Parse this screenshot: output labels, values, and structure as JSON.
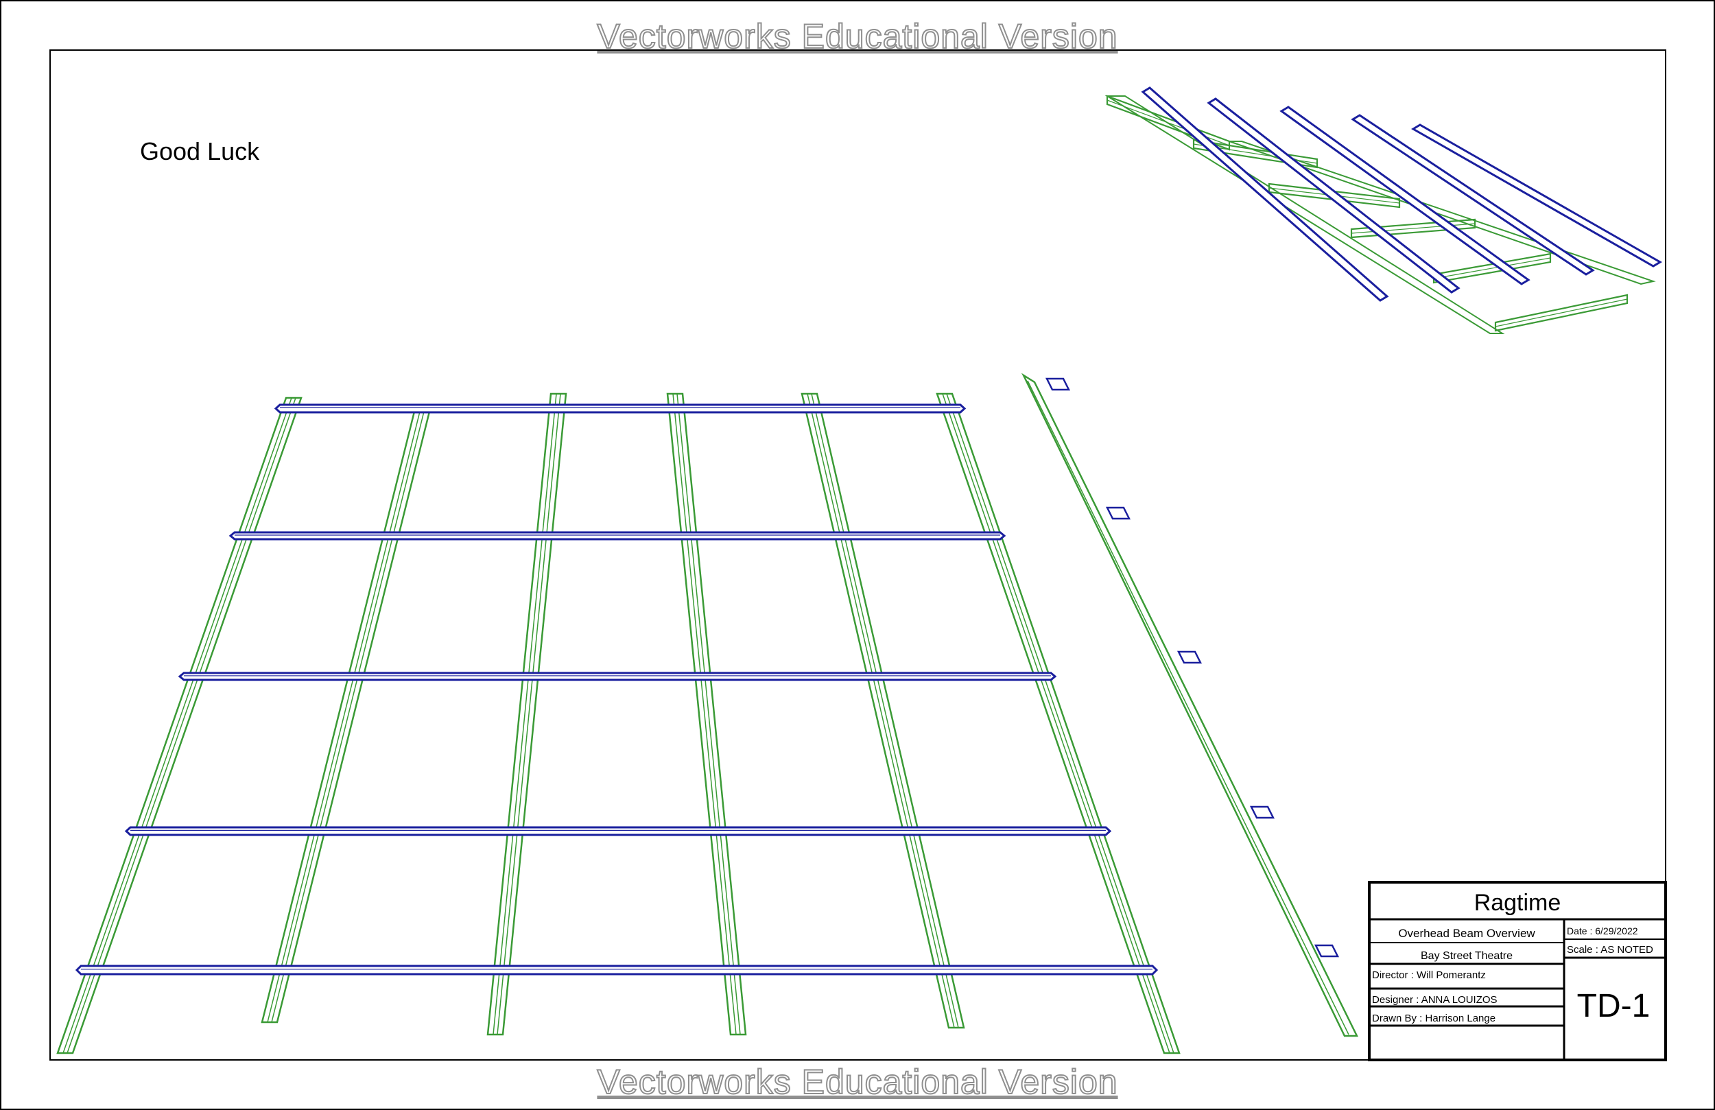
{
  "watermark": {
    "top": "Vectorworks Educational Version",
    "bottom": "Vectorworks Educational Version"
  },
  "note": "Good Luck",
  "title_block": {
    "show": "Ragtime",
    "sheet_title": "Overhead Beam Overview",
    "venue": "Bay Street Theatre",
    "date": "Date : 6/29/2022",
    "scale": "Scale : AS NOTED",
    "director": "Director :  Will Pomerantz",
    "designer": "Designer :  ANNA LOUIZOS",
    "drawn_by": "Drawn By : Harrison Lange",
    "sheet_number": "TD-1"
  },
  "colors": {
    "beam": "#3a9a35",
    "pipe": "#1a1f9e",
    "outline": "#000000"
  }
}
